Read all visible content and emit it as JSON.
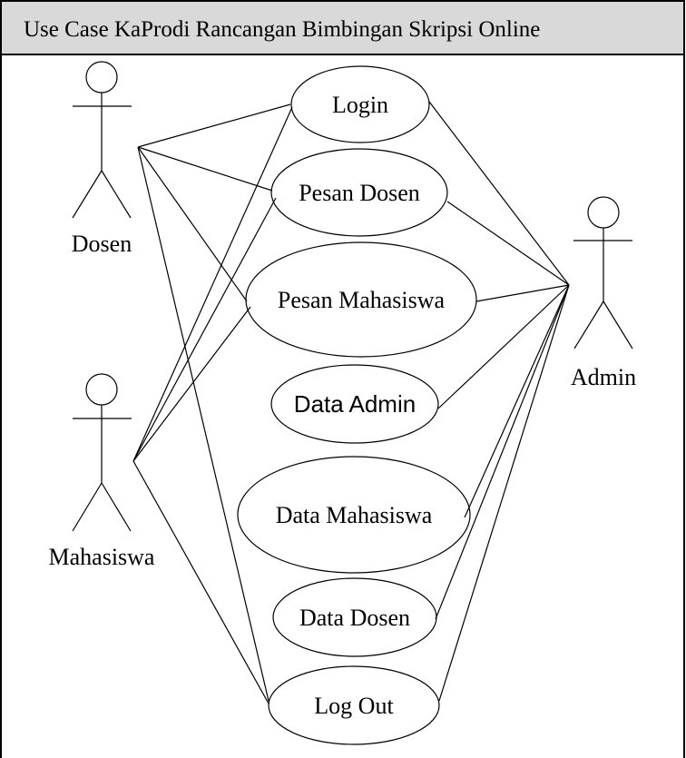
{
  "title": "Use Case KaProdi Rancangan Bimbingan Skripsi Online",
  "actors": {
    "dosen": "Dosen",
    "mahasiswa": "Mahasiswa",
    "admin": "Admin"
  },
  "use_cases": {
    "login": "Login",
    "pesan_dosen": "Pesan Dosen",
    "pesan_mahasiswa": "Pesan Mahasiswa",
    "data_admin": "Data Admin",
    "data_mahasiswa": "Data Mahasiswa",
    "data_dosen": "Data Dosen",
    "log_out": "Log Out"
  },
  "associations": [
    [
      "dosen",
      "login"
    ],
    [
      "dosen",
      "pesan_dosen"
    ],
    [
      "dosen",
      "pesan_mahasiswa"
    ],
    [
      "dosen",
      "log_out"
    ],
    [
      "mahasiswa",
      "login"
    ],
    [
      "mahasiswa",
      "pesan_dosen"
    ],
    [
      "mahasiswa",
      "pesan_mahasiswa"
    ],
    [
      "mahasiswa",
      "log_out"
    ],
    [
      "admin",
      "login"
    ],
    [
      "admin",
      "pesan_dosen"
    ],
    [
      "admin",
      "pesan_mahasiswa"
    ],
    [
      "admin",
      "data_admin"
    ],
    [
      "admin",
      "data_mahasiswa"
    ],
    [
      "admin",
      "data_dosen"
    ],
    [
      "admin",
      "log_out"
    ]
  ]
}
